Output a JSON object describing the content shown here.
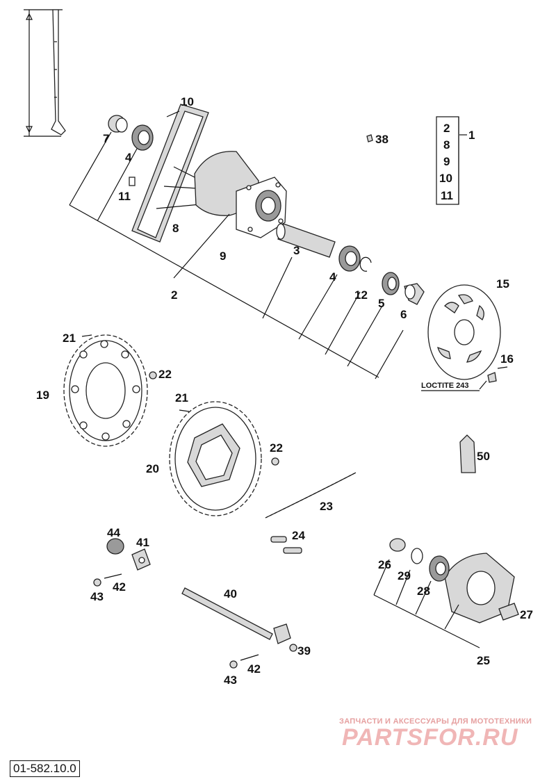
{
  "labels": {
    "p1": "1",
    "p2a": "2",
    "p2b": "2",
    "p3": "3",
    "p4a": "4",
    "p4b": "4",
    "p5": "5",
    "p6": "6",
    "p7": "7",
    "p8a": "8",
    "p8b": "8",
    "p9a": "9",
    "p9b": "9",
    "p10a": "10",
    "p10b": "10",
    "p11a": "11",
    "p11b": "11",
    "p12": "12",
    "p15": "15",
    "p16": "16",
    "p19": "19",
    "p20": "20",
    "p21a": "21",
    "p21b": "21",
    "p22a": "22",
    "p22b": "22",
    "p23": "23",
    "p24": "24",
    "p25": "25",
    "p26": "26",
    "p27": "27",
    "p28": "28",
    "p29": "29",
    "p38": "38",
    "p39": "39",
    "p40": "40",
    "p41": "41",
    "p42a": "42",
    "p42b": "42",
    "p43a": "43",
    "p43b": "43",
    "p44": "44",
    "p50": "50"
  },
  "loctite_note": "LOCTITE 243",
  "diagram_code": "01-582.10.0",
  "watermark": {
    "tagline": "ЗАПЧАСТИ И АКСЕССУАРЫ ДЛЯ МОТОТЕХНИКИ",
    "logo": "PARTSFOR.RU"
  }
}
